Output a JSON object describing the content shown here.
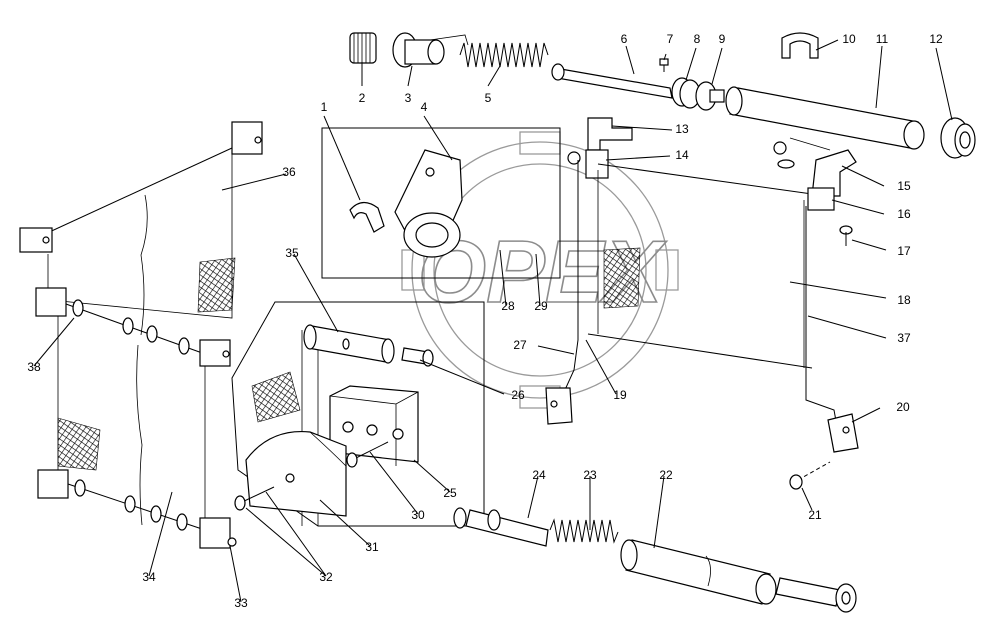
{
  "watermark": "OPEX",
  "callouts": [
    "1",
    "2",
    "3",
    "4",
    "5",
    "6",
    "7",
    "8",
    "9",
    "10",
    "11",
    "12",
    "13",
    "14",
    "15",
    "16",
    "17",
    "18",
    "19",
    "20",
    "21",
    "22",
    "23",
    "24",
    "25",
    "26",
    "27",
    "28",
    "29",
    "30",
    "31",
    "32",
    "33",
    "34",
    "35",
    "36",
    "37",
    "38"
  ]
}
